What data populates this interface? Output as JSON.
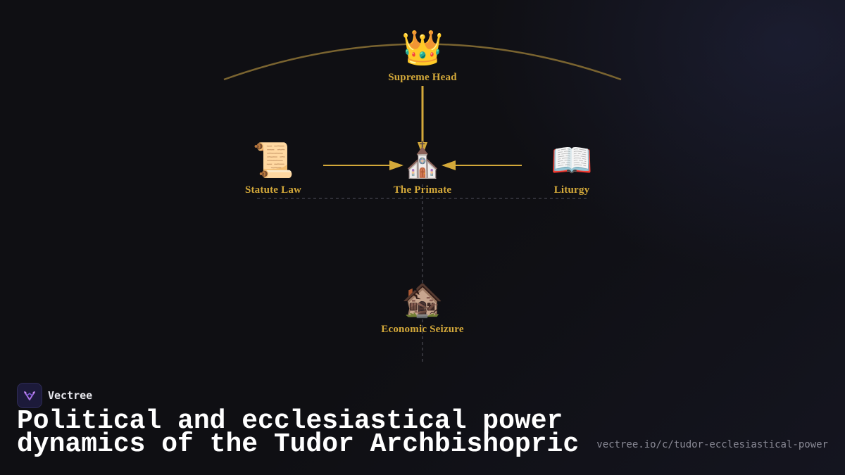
{
  "diagram": {
    "nodes": [
      {
        "id": "supreme",
        "icon": "crown-icon",
        "emoji": "👑",
        "label": "Supreme Head"
      },
      {
        "id": "statute",
        "icon": "scroll-icon",
        "emoji": "📜",
        "label": "Statute Law"
      },
      {
        "id": "primate",
        "icon": "church-icon",
        "emoji": "⛪",
        "label": "The Primate"
      },
      {
        "id": "liturgy",
        "icon": "open-book-icon",
        "emoji": "📖",
        "label": "Liturgy"
      },
      {
        "id": "seizure",
        "icon": "derelict-house-icon",
        "emoji": "🏚️",
        "label": "Economic Seizure"
      }
    ],
    "edges": [
      {
        "from": "supreme",
        "to": "primate",
        "style": "solid-arrow"
      },
      {
        "from": "statute",
        "to": "primate",
        "style": "solid-arrow"
      },
      {
        "from": "liturgy",
        "to": "primate",
        "style": "solid-arrow"
      },
      {
        "from": "primate",
        "to": "seizure",
        "style": "dashed"
      }
    ],
    "colors": {
      "accent": "#d4a93a",
      "arc": "#7a6430",
      "dashed": "#3c3c44",
      "background": "#0f0f13"
    }
  },
  "brand": {
    "name": "Vectree"
  },
  "title": "Political and ecclesiastical power dynamics of the Tudor Archbishopric",
  "url": "vectree.io/c/tudor-ecclesiastical-power"
}
